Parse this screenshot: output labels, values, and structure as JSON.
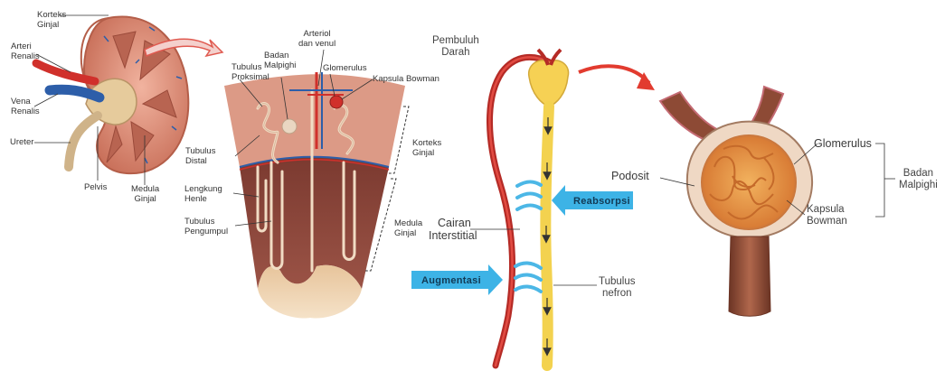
{
  "colors": {
    "cortex": "#d98e77",
    "medulla": "#8a4538",
    "pelvis": "#e0c596",
    "artery": "#d0302b",
    "vein": "#2d5ea9",
    "accent_arrow": "#e23b2f",
    "tubule": "#f2d25a",
    "tag": "#3db3e6",
    "glomerulus": "#e59a47"
  },
  "kidney": {
    "korteks": [
      "Korteks",
      "Ginjal"
    ],
    "arteri": [
      "Arteri",
      "Renalis"
    ],
    "vena": [
      "Vena",
      "Renalis"
    ],
    "ureter": "Ureter",
    "pelvis": "Pelvis",
    "medula": [
      "Medula",
      "Ginjal"
    ]
  },
  "nephron": {
    "tubulus_proksimal": [
      "Tubulus",
      "Proksimal"
    ],
    "badan_malpighi": [
      "Badan",
      "Malpighi"
    ],
    "arteriol": [
      "Arteriol",
      "dan venul"
    ],
    "glomerulus": "Glomerulus",
    "kapsula_bowman": "Kapsula Bowman",
    "tubulus_distal": [
      "Tubulus",
      "Distal"
    ],
    "korteks_ginjal": [
      "Korteks",
      "Ginjal"
    ],
    "lengkung_henle": [
      "Lengkung",
      "Henle"
    ],
    "tubulus_pengumpul": [
      "Tubulus",
      "Pengumpul"
    ],
    "medula_ginjal": [
      "Medula",
      "Ginjal"
    ]
  },
  "process": {
    "pembuluh_darah": [
      "Pembuluh",
      "Darah"
    ],
    "reabsorpsi": "Reabsorpsi",
    "cairan_interstitial": [
      "Cairan",
      "Interstitial"
    ],
    "augmentasi": "Augmentasi",
    "tubulus_nefron": [
      "Tubulus",
      "nefron"
    ]
  },
  "malpighi": {
    "glomerulus": "Glomerulus",
    "podosit": "Podosit",
    "kapsula_bowman": [
      "Kapsula",
      "Bowman"
    ],
    "badan_malpighi": [
      "Badan",
      "Malpighi"
    ]
  }
}
